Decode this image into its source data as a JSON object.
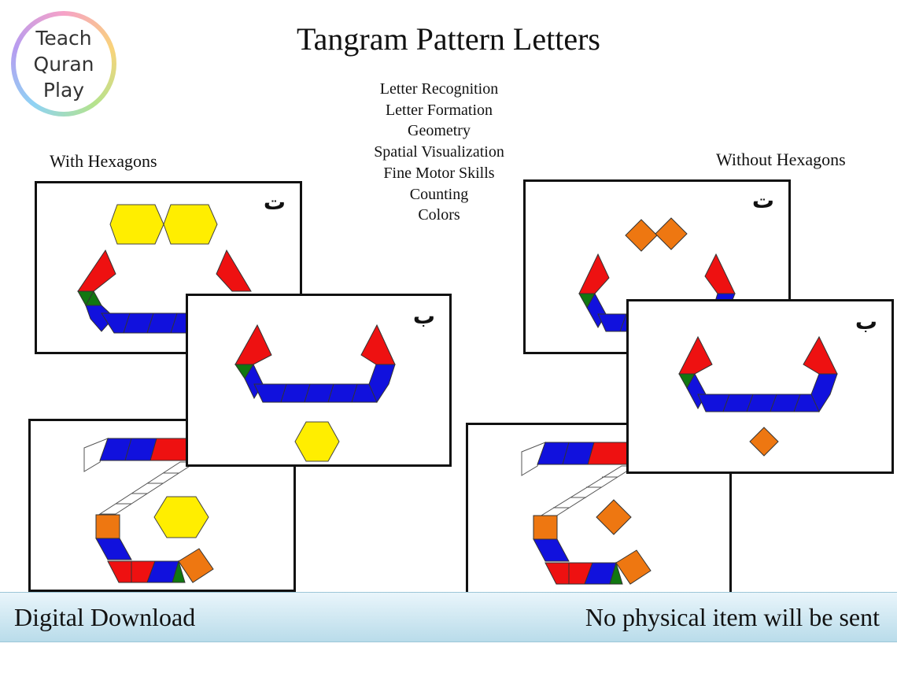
{
  "logo": {
    "lines": [
      "Teach",
      "Quran",
      "Play"
    ]
  },
  "title": "Tangram Pattern Letters",
  "skills": [
    "Letter Recognition",
    "Letter Formation",
    "Geometry",
    "Spatial Visualization",
    "Fine Motor Skills",
    "Counting",
    "Colors"
  ],
  "sections": {
    "left": "With Hexagons",
    "right": "Without Hexagons"
  },
  "cards": {
    "with_ta": {
      "letter": "ت"
    },
    "with_ba": {
      "letter": "ب"
    },
    "without_ta": {
      "letter": "ت"
    },
    "without_ba": {
      "letter": "ب"
    }
  },
  "banner": {
    "left": "Digital Download",
    "right": "No physical item will be sent"
  },
  "colors": {
    "red": "#ee1111",
    "blue": "#1111dd",
    "green": "#117711",
    "yellow": "#ffee00",
    "orange": "#ee7711"
  }
}
